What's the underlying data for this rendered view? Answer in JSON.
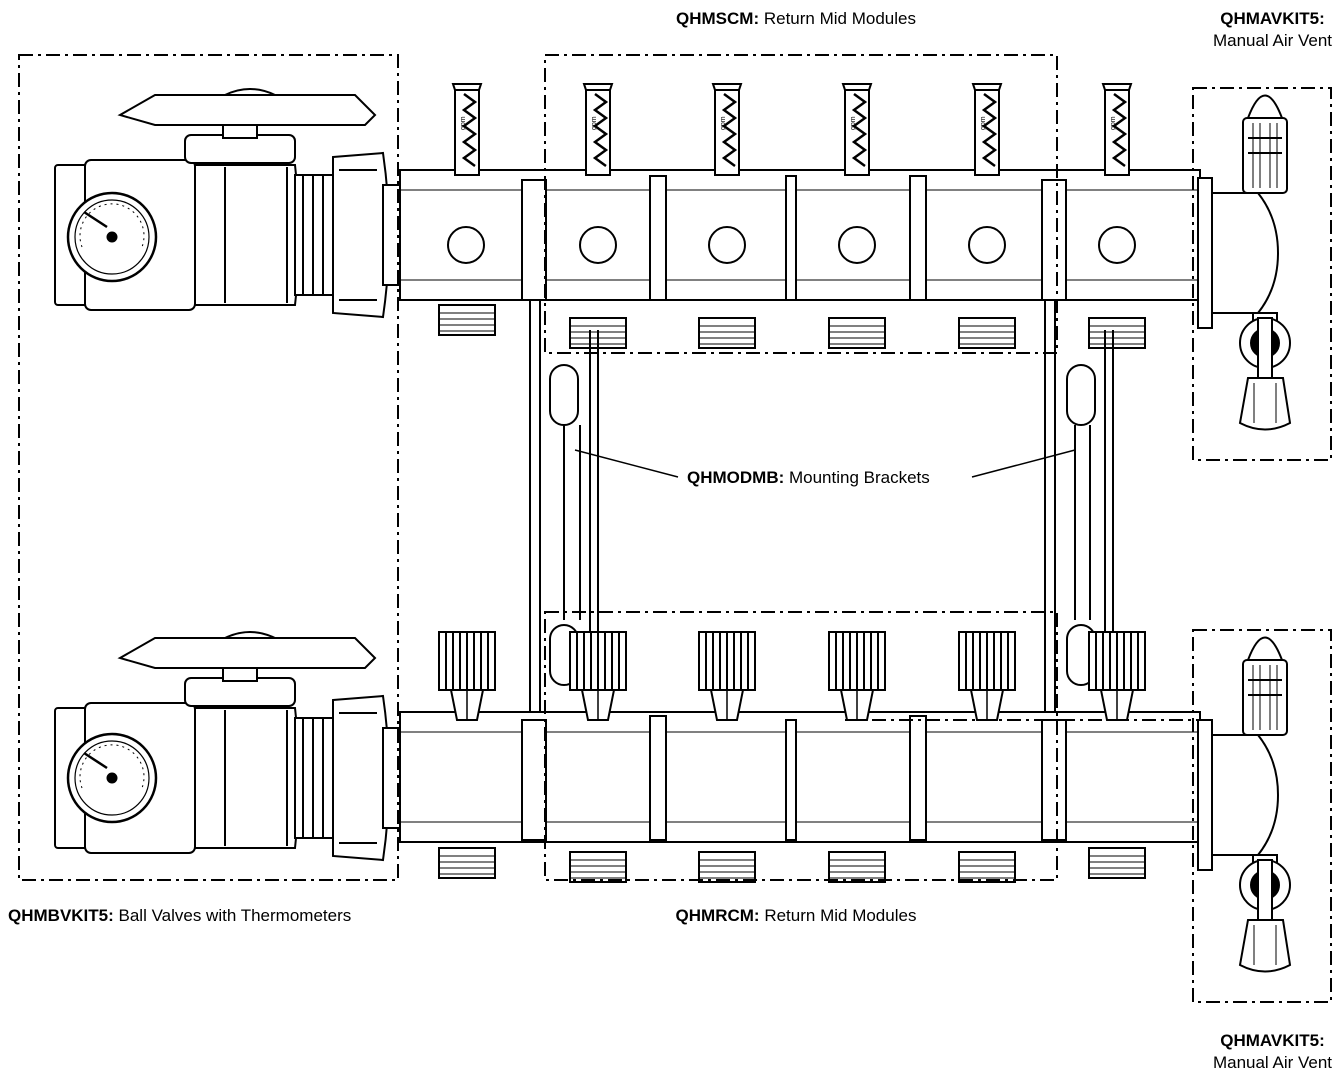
{
  "labels": {
    "supply_modules": {
      "code": "QHMSCM:",
      "desc": " Return Mid Modules"
    },
    "air_vent_top": {
      "code": "QHMAVKIT5:",
      "desc": "Manual Air Vent"
    },
    "mounting_brackets": {
      "code": "QHMODMB:",
      "desc": " Mounting Brackets"
    },
    "ball_valves": {
      "code": "QHMBVKIT5:",
      "desc": " Ball Valves with Thermometers"
    },
    "return_modules": {
      "code": "QHMRCM:",
      "desc": " Return Mid Modules"
    },
    "air_vent_bottom": {
      "code": "QHMAVKIT5:",
      "desc": "Manual Air Vent"
    }
  },
  "flow_meter_unit": "gpm",
  "colors": {
    "line": "#000000",
    "background": "#ffffff",
    "fill": "#ffffff"
  }
}
